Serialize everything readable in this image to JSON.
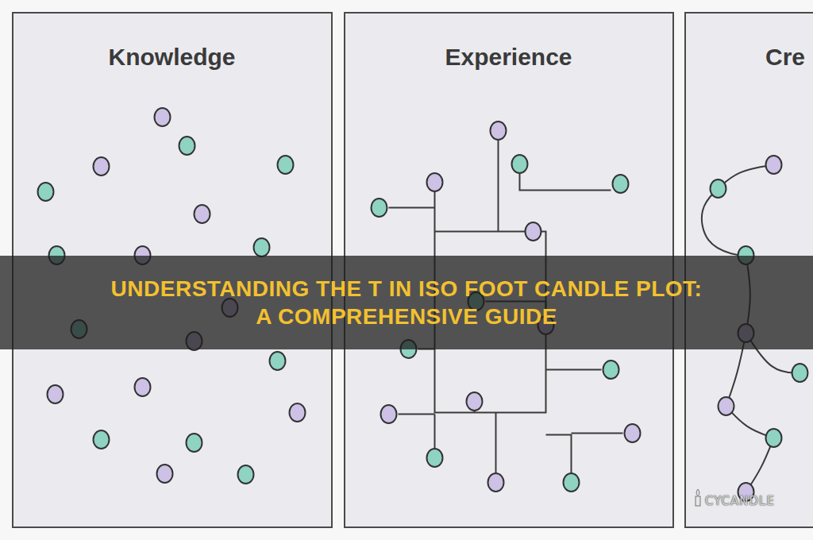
{
  "diagram": {
    "title": "UNDERSTANDING THE T IN ISO FOOT CANDLE PLOT: A COMPREHENSIVE GUIDE",
    "nodes": [
      {
        "text": [
          "Knowledge"
        ]
      },
      {
        "text": [
          "Experience"
        ]
      },
      {
        "text": [
          "Cre"
        ]
      }
    ],
    "labels": [
      "CYCANDLE"
    ]
  }
}
